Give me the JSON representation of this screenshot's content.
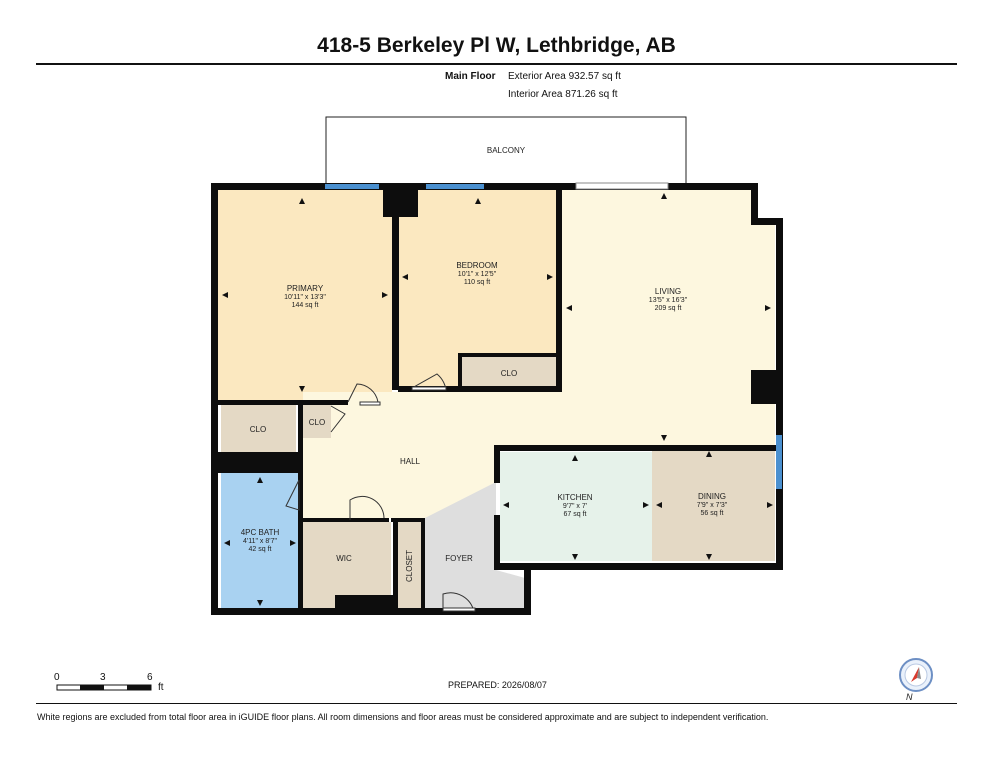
{
  "header": {
    "title": "418-5 Berkeley Pl W, Lethbridge, AB",
    "floor_label": "Main Floor",
    "exterior_area": "Exterior Area 932.57 sq ft",
    "interior_area": "Interior Area 871.26 sq ft"
  },
  "rooms": {
    "balcony": {
      "name": "BALCONY"
    },
    "primary": {
      "name": "PRIMARY",
      "dims": "10'11\" x 13'3\"",
      "area": "144 sq ft"
    },
    "bedroom": {
      "name": "BEDROOM",
      "dims": "10'1\" x 12'5\"",
      "area": "110 sq ft"
    },
    "living": {
      "name": "LIVING",
      "dims": "13'5\" x 16'3\"",
      "area": "209 sq ft"
    },
    "kitchen": {
      "name": "KITCHEN",
      "dims": "9'7\" x 7'",
      "area": "67 sq ft"
    },
    "dining": {
      "name": "DINING",
      "dims": "7'9\" x 7'3\"",
      "area": "56 sq ft"
    },
    "bath": {
      "name": "4PC BATH",
      "dims": "4'11\" x 8'7\"",
      "area": "42 sq ft"
    },
    "hall": {
      "name": "HALL"
    },
    "wic": {
      "name": "WIC"
    },
    "foyer": {
      "name": "FOYER"
    },
    "closet": {
      "name": "CLOSET"
    },
    "clo_primary": {
      "name": "CLO"
    },
    "clo_small": {
      "name": "CLO"
    },
    "clo_bedroom": {
      "name": "CLO"
    }
  },
  "colors": {
    "primary": "#fbe8c0",
    "bedroom": "#fbe8c0",
    "living": "#fdf7df",
    "hall": "#fdf7df",
    "kitchen": "#e6f2ea",
    "dining": "#e4d9c5",
    "bath": "#a9d2f1",
    "closets": "#e4d9c5",
    "foyer": "#dedede",
    "wall": "#0d0d0d",
    "window": "#4a90d0"
  },
  "footer": {
    "scale_0": "0",
    "scale_3": "3",
    "scale_6": "6",
    "scale_unit": "ft",
    "prepared": "PREPARED: 2026/08/07",
    "disclaimer": "White regions are excluded from total floor area in iGUIDE floor plans. All room dimensions and floor areas must be considered approximate and are subject to independent verification.",
    "compass_label": "N"
  }
}
